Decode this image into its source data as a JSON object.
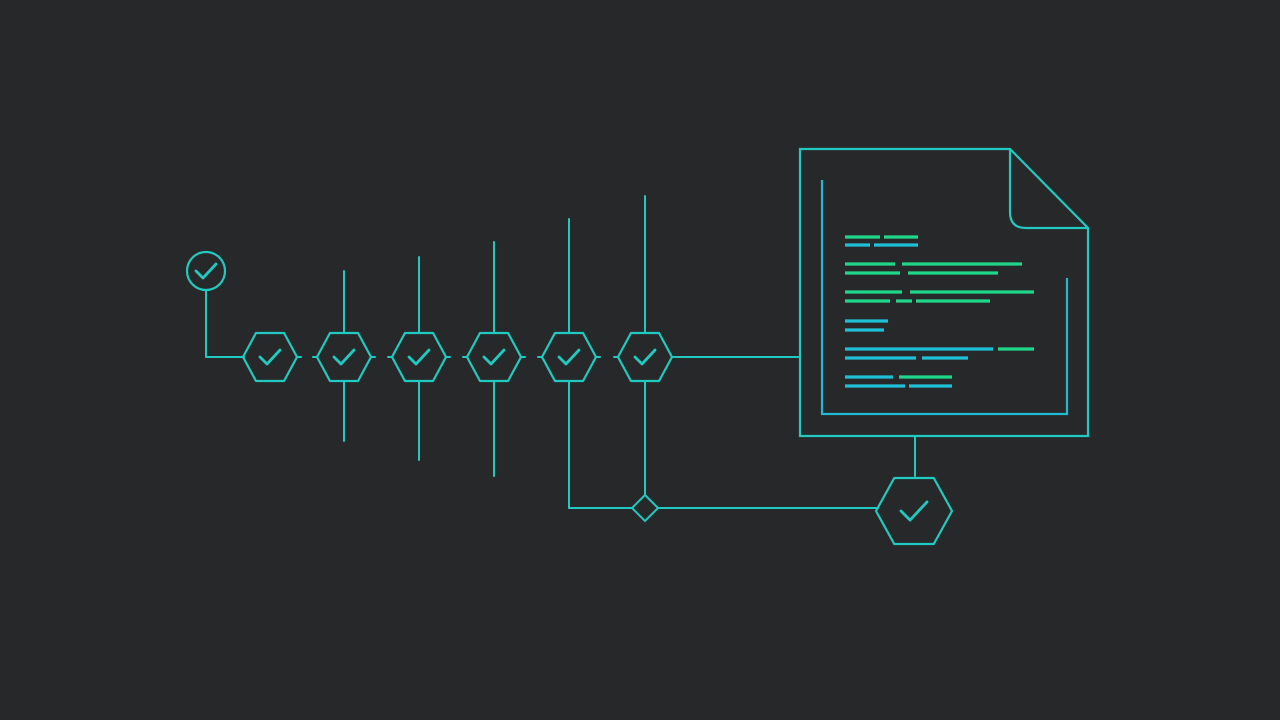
{
  "colors": {
    "background": "#262829",
    "primary": "#22c9c0",
    "secondary": "#1fb8c9",
    "code_green": "#1fd68a",
    "code_cyan": "#1fbfd6"
  },
  "nodes": {
    "origin": {
      "icon": "check-icon",
      "shape": "circle"
    },
    "pipeline": [
      {
        "icon": "check-icon",
        "shape": "hexagon"
      },
      {
        "icon": "check-icon",
        "shape": "hexagon"
      },
      {
        "icon": "check-icon",
        "shape": "hexagon"
      },
      {
        "icon": "check-icon",
        "shape": "hexagon"
      },
      {
        "icon": "check-icon",
        "shape": "hexagon"
      },
      {
        "icon": "check-icon",
        "shape": "hexagon"
      }
    ],
    "merge": {
      "icon": "diamond-junction"
    },
    "final": {
      "icon": "check-icon",
      "shape": "hexagon"
    }
  },
  "document": {
    "icon": "document-icon",
    "code_lines": 12
  }
}
